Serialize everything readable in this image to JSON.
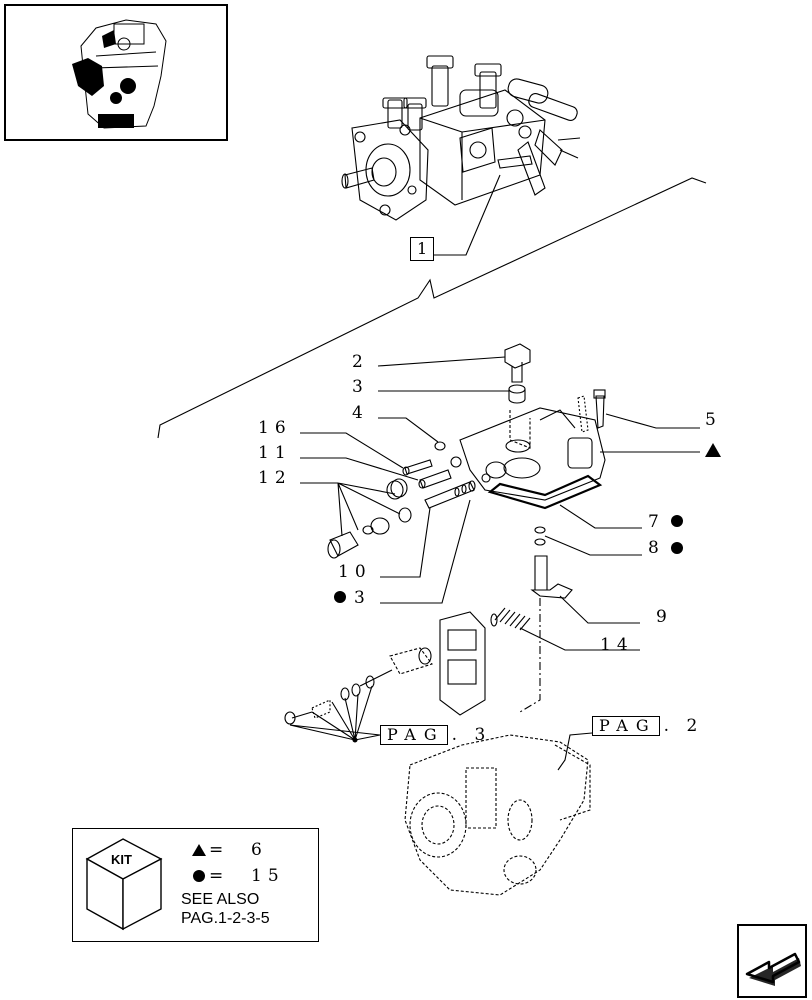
{
  "callouts": {
    "c1": "1",
    "c2": "2",
    "c3": "3",
    "c4": "4",
    "c5": "5",
    "c16": "16",
    "c11": "11",
    "c12": "12",
    "c7": "7",
    "c8": "8",
    "c10": "10",
    "c13": "3",
    "c9": "9",
    "c14": "14"
  },
  "page_refs": {
    "pag3_word": "PAG",
    "pag3_num": ". 3",
    "pag2_word": "PAG",
    "pag2_num": ". 2"
  },
  "legend": {
    "kit_label": "KIT",
    "triangle_eq": "=",
    "triangle_value": "6",
    "circle_eq": "=",
    "circle_value": "15",
    "see_also_line1": "SEE ALSO",
    "see_also_line2": "PAG.1-2-3-5"
  },
  "icons": {
    "triangle": "triangle-marker-icon",
    "circle": "circle-marker-icon",
    "kit": "kit-cube-icon",
    "nav": "next-page-arrow-icon"
  }
}
